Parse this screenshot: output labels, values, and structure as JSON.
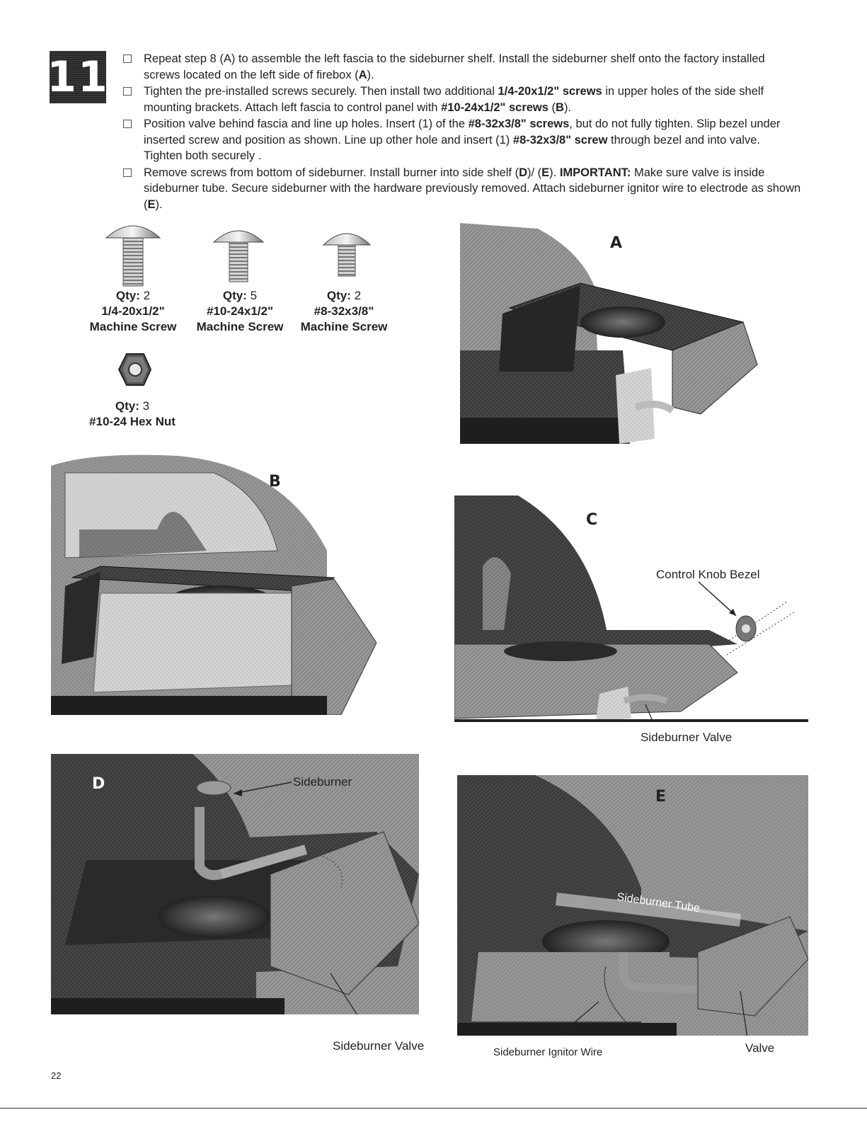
{
  "step": {
    "number": "11"
  },
  "instructions": [
    {
      "segments": [
        {
          "text": "Repeat step 8 (A) to assemble the left fascia to the sideburner shelf.  Install the sideburner shelf onto the factory installed screws located on the left side of firebox (",
          "bold": false
        },
        {
          "text": "A",
          "bold": true
        },
        {
          "text": ").",
          "bold": false
        }
      ]
    },
    {
      "segments": [
        {
          "text": "Tighten the pre-installed screws securely.  Then install  two additional ",
          "bold": false
        },
        {
          "text": "1/4-20x1/2\" screws",
          "bold": true
        },
        {
          "text": " in upper holes of the side shelf mounting brackets.  Attach left fascia to control panel with ",
          "bold": false
        },
        {
          "text": "#10-24x1/2\" screws",
          "bold": true
        },
        {
          "text": " (",
          "bold": false
        },
        {
          "text": "B",
          "bold": true
        },
        {
          "text": ").",
          "bold": false
        }
      ]
    },
    {
      "segments": [
        {
          "text": "Position valve behind fascia and line up holes.  Insert (1) of the ",
          "bold": false
        },
        {
          "text": "#8-32x3/8\" screws",
          "bold": true
        },
        {
          "text": ", but do not fully tighten.  Slip bezel under inserted screw and position as shown.  Line up other hole and insert (1) ",
          "bold": false
        },
        {
          "text": "#8-32x3/8\" screw",
          "bold": true
        },
        {
          "text": " through bezel and into valve. Tighten both securely .",
          "bold": false
        }
      ]
    },
    {
      "segments": [
        {
          "text": "Remove screws from bottom of sideburner.  Install burner into side shelf (",
          "bold": false
        },
        {
          "text": "D",
          "bold": true
        },
        {
          "text": ")/ (",
          "bold": false
        },
        {
          "text": "E",
          "bold": true
        },
        {
          "text": ").  ",
          "bold": false
        },
        {
          "text": "IMPORTANT:",
          "bold": true
        },
        {
          "text": " Make sure valve is inside sideburner tube.  Secure sideburner with the hardware previously removed.  Attach sideburner ignitor wire to electrode as shown (",
          "bold": false
        },
        {
          "text": "E",
          "bold": true
        },
        {
          "text": ").",
          "bold": false
        }
      ]
    }
  ],
  "parts": [
    {
      "qty_label": "Qty:",
      "qty": "2",
      "size": "1/4-20x1/2\"",
      "name": "Machine Screw"
    },
    {
      "qty_label": "Qty:",
      "qty": "5",
      "size": "#10-24x1/2\"",
      "name": "Machine Screw"
    },
    {
      "qty_label": "Qty:",
      "qty": "2",
      "size": "#8-32x3/8\"",
      "name": "Machine Screw"
    },
    {
      "qty_label": "Qty:",
      "qty": "3",
      "size": "#10-24 Hex Nut",
      "name": ""
    }
  ],
  "panels": {
    "a": {
      "letter": "A"
    },
    "b": {
      "letter": "B"
    },
    "c": {
      "letter": "C",
      "callouts": [
        "Control Knob Bezel",
        "Sideburner Valve"
      ]
    },
    "d": {
      "letter": "D",
      "callouts": [
        "Sideburner",
        "Sideburner Valve"
      ]
    },
    "e": {
      "letter": "E",
      "callouts": [
        "Sideburner Tube",
        "Sideburner Ignitor Wire",
        "Valve"
      ]
    }
  },
  "footer": {
    "page_number": "22"
  },
  "colors": {
    "metal_dark": "#3a3a3a",
    "metal_mid": "#8a8a8a",
    "metal_light": "#c8c8c8",
    "ink": "#222222"
  }
}
